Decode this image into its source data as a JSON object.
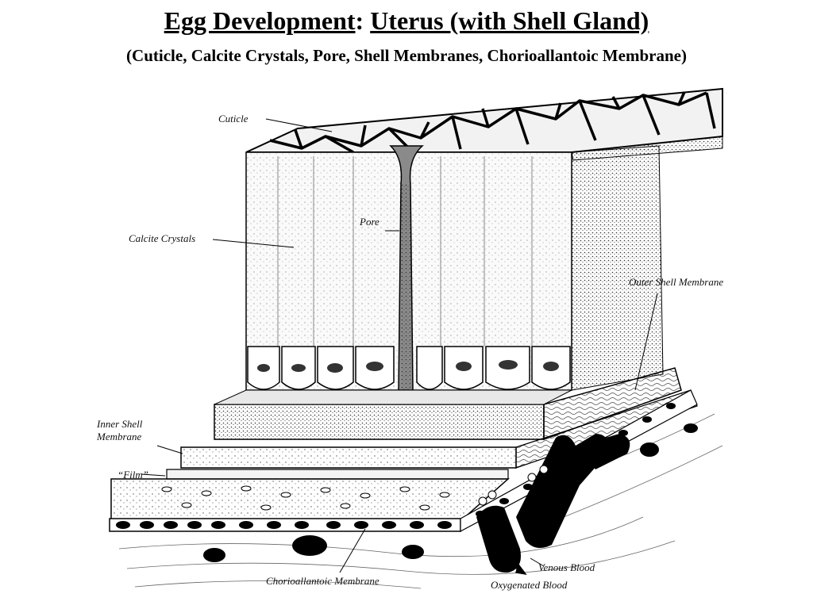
{
  "slide": {
    "title_part1": "Egg Development",
    "title_sep": ":",
    "title_part2": "Uterus (with Shell Gland)",
    "subtitle": "(Cuticle, Calcite Crystals, Pore, Shell Membranes, Chorioallantoic Membrane)"
  },
  "diagram": {
    "labels": {
      "cuticle": "Cuticle",
      "calcite": "Calcite Crystals",
      "pore": "Pore",
      "outer_shell": "Outer Shell Membrane",
      "inner_shell_1": "Inner Shell",
      "inner_shell_2": "Membrane",
      "film": "“Film”",
      "chorio": "Chorioallantoic Membrane",
      "venous": "Venous Blood",
      "oxygenated": "Oxygenated Blood"
    }
  }
}
